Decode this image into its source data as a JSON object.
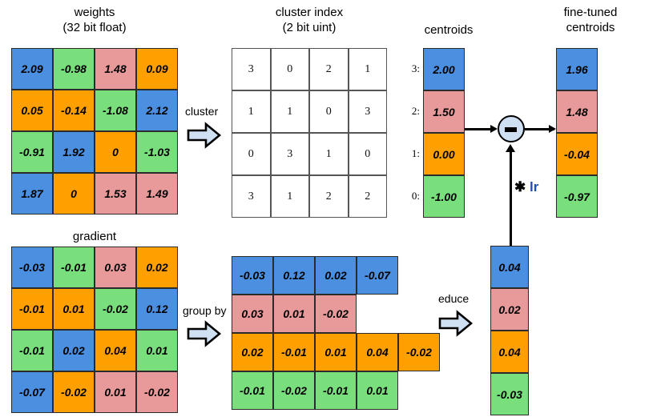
{
  "diagram": {
    "title_weights_line1": "weights",
    "title_weights_line2": "(32 bit float)",
    "title_cluster_line1": "cluster index",
    "title_cluster_line2": "(2 bit uint)",
    "title_centroids": "centroids",
    "title_finetuned_line1": "fine-tuned",
    "title_finetuned_line2": "centroids",
    "title_gradient": "gradient",
    "step_cluster": "cluster",
    "step_group_by": "group by",
    "step_reduce": "educe",
    "operator_symbol": "−",
    "lr_multiply": "✱",
    "lr_text": "lr"
  },
  "colors": {
    "blue": "#4a8fe0",
    "green": "#79df7c",
    "pink": "#e89a9a",
    "orange": "#ffa000",
    "arrow_fill": "#cfe0f2",
    "outline": "#000000"
  },
  "weights_matrix": {
    "rows": [
      [
        {
          "v": "2.09",
          "c": "blue"
        },
        {
          "v": "-0.98",
          "c": "green"
        },
        {
          "v": "1.48",
          "c": "pink"
        },
        {
          "v": "0.09",
          "c": "orange"
        }
      ],
      [
        {
          "v": "0.05",
          "c": "orange"
        },
        {
          "v": "-0.14",
          "c": "orange"
        },
        {
          "v": "-1.08",
          "c": "green"
        },
        {
          "v": "2.12",
          "c": "blue"
        }
      ],
      [
        {
          "v": "-0.91",
          "c": "green"
        },
        {
          "v": "1.92",
          "c": "blue"
        },
        {
          "v": "0",
          "c": "orange"
        },
        {
          "v": "-1.03",
          "c": "green"
        }
      ],
      [
        {
          "v": "1.87",
          "c": "blue"
        },
        {
          "v": "0",
          "c": "orange"
        },
        {
          "v": "1.53",
          "c": "pink"
        },
        {
          "v": "1.49",
          "c": "pink"
        }
      ]
    ]
  },
  "cluster_index_matrix": {
    "rows": [
      [
        "3",
        "0",
        "2",
        "1"
      ],
      [
        "1",
        "1",
        "0",
        "3"
      ],
      [
        "0",
        "3",
        "1",
        "0"
      ],
      [
        "3",
        "1",
        "2",
        "2"
      ]
    ]
  },
  "centroids": {
    "labels": [
      "3:",
      "2:",
      "1:",
      "0:"
    ],
    "cells": [
      {
        "v": "2.00",
        "c": "blue"
      },
      {
        "v": "1.50",
        "c": "pink"
      },
      {
        "v": "0.00",
        "c": "orange"
      },
      {
        "v": "-1.00",
        "c": "green"
      }
    ]
  },
  "fine_tuned_centroids": {
    "cells": [
      {
        "v": "1.96",
        "c": "blue"
      },
      {
        "v": "1.48",
        "c": "pink"
      },
      {
        "v": "-0.04",
        "c": "orange"
      },
      {
        "v": "-0.97",
        "c": "green"
      }
    ]
  },
  "gradient_matrix": {
    "rows": [
      [
        {
          "v": "-0.03",
          "c": "blue"
        },
        {
          "v": "-0.01",
          "c": "green"
        },
        {
          "v": "0.03",
          "c": "pink"
        },
        {
          "v": "0.02",
          "c": "orange"
        }
      ],
      [
        {
          "v": "-0.01",
          "c": "orange"
        },
        {
          "v": "0.01",
          "c": "orange"
        },
        {
          "v": "-0.02",
          "c": "green"
        },
        {
          "v": "0.12",
          "c": "blue"
        }
      ],
      [
        {
          "v": "-0.01",
          "c": "green"
        },
        {
          "v": "0.02",
          "c": "blue"
        },
        {
          "v": "0.04",
          "c": "orange"
        },
        {
          "v": "0.01",
          "c": "green"
        }
      ],
      [
        {
          "v": "-0.07",
          "c": "blue"
        },
        {
          "v": "-0.02",
          "c": "orange"
        },
        {
          "v": "0.01",
          "c": "pink"
        },
        {
          "v": "-0.02",
          "c": "pink"
        }
      ]
    ]
  },
  "grouped_matrix": {
    "rows": [
      {
        "c": "blue",
        "values": [
          "-0.03",
          "0.12",
          "0.02",
          "-0.07"
        ]
      },
      {
        "c": "pink",
        "values": [
          "0.03",
          "0.01",
          "-0.02"
        ]
      },
      {
        "c": "orange",
        "values": [
          "0.02",
          "-0.01",
          "0.01",
          "0.04",
          "-0.02"
        ]
      },
      {
        "c": "green",
        "values": [
          "-0.01",
          "-0.02",
          "-0.01",
          "0.01"
        ]
      }
    ]
  },
  "reduced_column": {
    "cells": [
      {
        "v": "0.04",
        "c": "blue"
      },
      {
        "v": "0.02",
        "c": "pink"
      },
      {
        "v": "0.04",
        "c": "orange"
      },
      {
        "v": "-0.03",
        "c": "green"
      }
    ]
  }
}
